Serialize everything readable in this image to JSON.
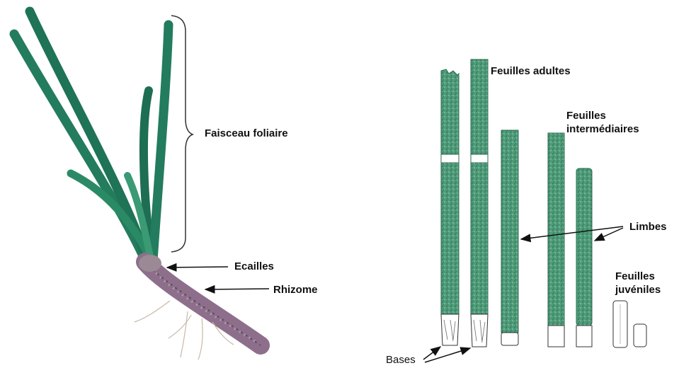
{
  "labels": {
    "faisceau": "Faisceau foliaire",
    "ecailles": "Ecailles",
    "rhizome": "Rhizome",
    "adultes": "Feuilles adultes",
    "intermediaires_line1": "Feuilles",
    "intermediaires_line2": "intermédiaires",
    "limbes": "Limbes",
    "juveniles_line1": "Feuilles",
    "juveniles_line2": "juvéniles",
    "bases": "Bases"
  },
  "colors": {
    "leaf_dark": "#1f7a5c",
    "leaf_light": "#3da57f",
    "blade_fill": "#4e9a78",
    "rhizome": "#8a6b86",
    "arrow": "#111111"
  }
}
